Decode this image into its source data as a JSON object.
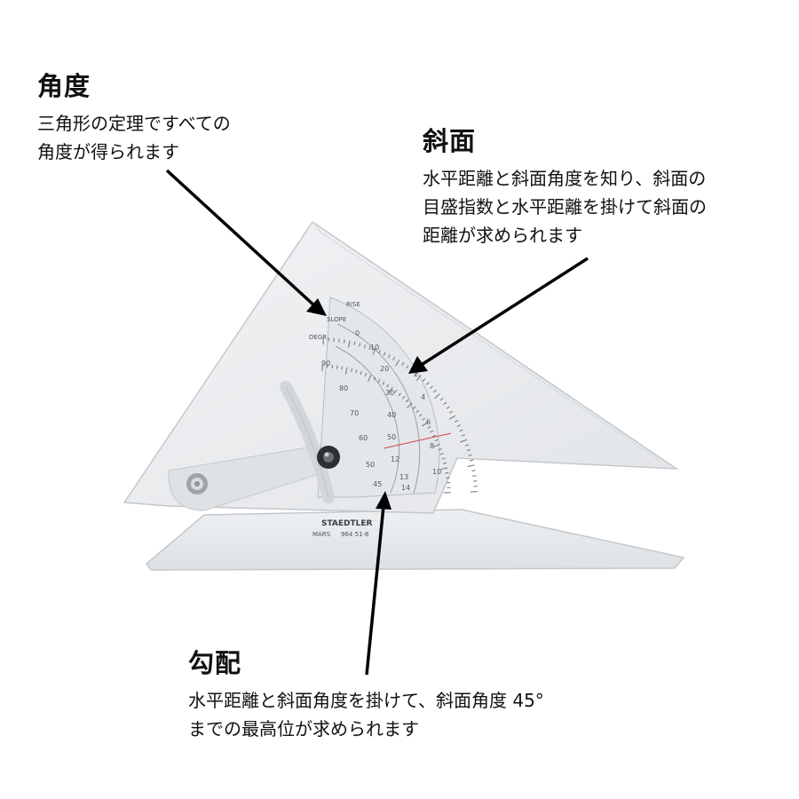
{
  "callouts": {
    "angle": {
      "title": "角度",
      "body": "三角形の定理ですべての\n角度が得られます"
    },
    "slope": {
      "title": "斜面",
      "body": "水平距離と斜面角度を知り、斜面の\n目盛指数と水平距離を掛けて斜面の\n距離が求められます"
    },
    "grade": {
      "title": "勾配",
      "body": "水平距離と斜面角度を掛けて、斜面角度 45°\nまでの最高位が求められます"
    }
  },
  "ruler": {
    "brand": "STAEDTLER",
    "model": "MARS",
    "code": "964 51-8",
    "scale_labels": {
      "rise": "RISE",
      "slope": "SLOPE",
      "degr": "DEGR"
    }
  },
  "colors": {
    "plastic": "#e9ebed",
    "plastic_edge": "#c3c8cc",
    "arrow": "#000000",
    "text": "#111111"
  }
}
